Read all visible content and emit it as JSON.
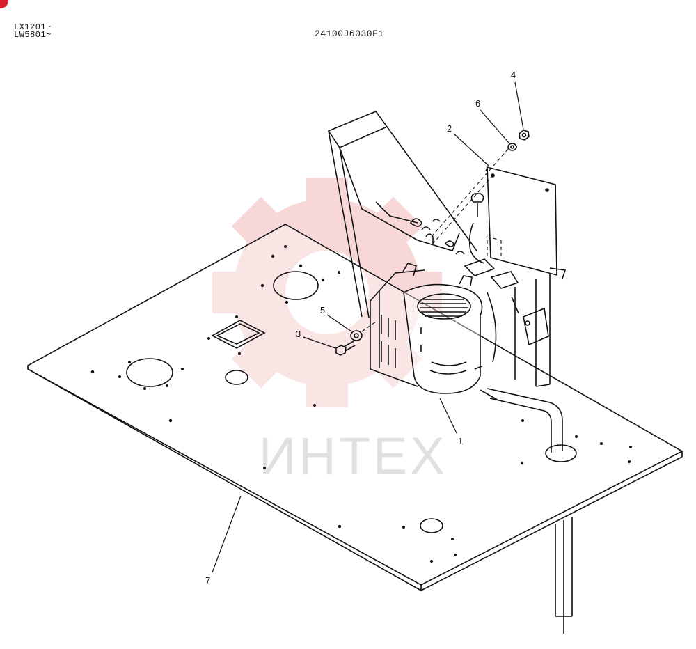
{
  "header": {
    "model_codes": [
      "LX1201~",
      "LW5801~"
    ],
    "part_number": "24100J6030F1"
  },
  "watermark": {
    "text": "ИНТЕХ",
    "color": "#f2b8b8"
  },
  "callouts": [
    {
      "id": "1",
      "label": "1"
    },
    {
      "id": "2",
      "label": "2"
    },
    {
      "id": "3",
      "label": "3"
    },
    {
      "id": "4",
      "label": "4"
    },
    {
      "id": "5",
      "label": "5"
    },
    {
      "id": "6",
      "label": "6"
    },
    {
      "id": "7",
      "label": "7"
    }
  ]
}
